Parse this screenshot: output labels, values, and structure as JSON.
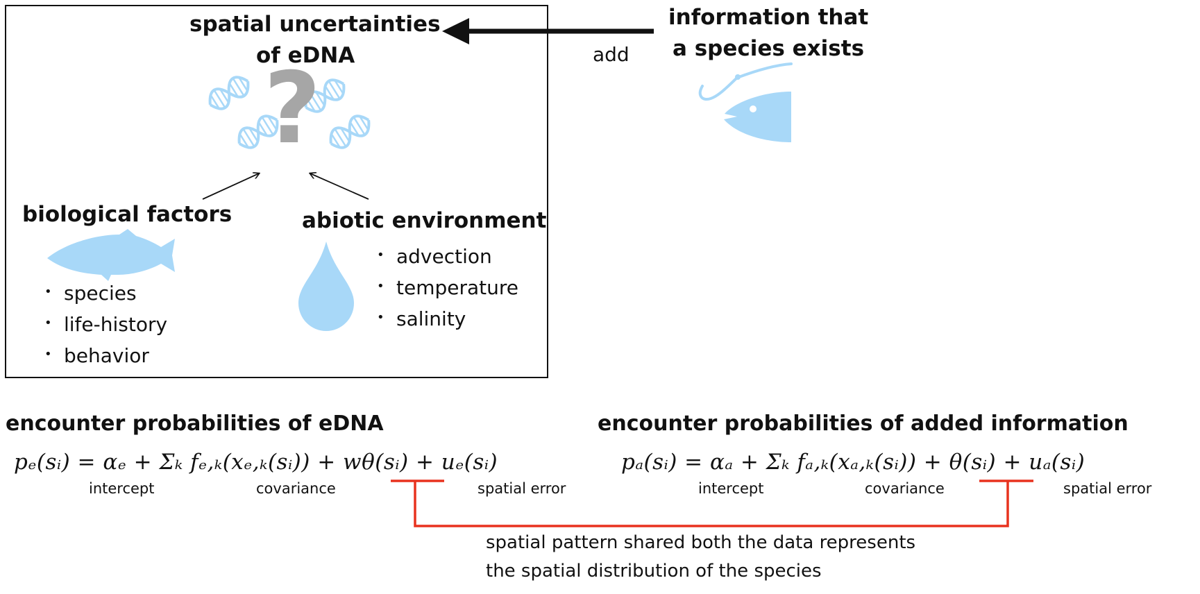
{
  "box": {
    "title_line1": "spatial uncertainties",
    "title_line2": "of eDNA",
    "question_mark": "?",
    "biological": {
      "heading": "biological factors",
      "items": [
        "species",
        "life-history",
        "behavior"
      ]
    },
    "abiotic": {
      "heading": "abiotic environment",
      "items": [
        "advection",
        "temperature",
        "salinity"
      ]
    }
  },
  "info": {
    "line1": "information that",
    "line2": "a species exists",
    "arrow_label": "add"
  },
  "left_model": {
    "heading": "encounter probabilities of eDNA",
    "equation": "pₑ(sᵢ) = αₑ + Σₖ fₑ,ₖ(xₑ,ₖ(sᵢ)) + wθ(sᵢ) + uₑ(sᵢ)",
    "label_intercept": "intercept",
    "label_covariance": "covariance",
    "label_spatial_error": "spatial error"
  },
  "right_model": {
    "heading": "encounter probabilities of added information",
    "equation": "pₐ(sᵢ) = αₐ + Σₖ fₐ,ₖ(xₐ,ₖ(sᵢ)) + θ(sᵢ) + uₐ(sᵢ)",
    "label_intercept": "intercept",
    "label_covariance": "covariance",
    "label_spatial_error": "spatial error"
  },
  "shared_note": {
    "line1": "spatial pattern shared both the data represents",
    "line2": "the spatial distribution of the species"
  },
  "colors": {
    "icon_blue": "#a8d8f8",
    "question_gray": "#a6a6a6",
    "connector_red": "#e8321e",
    "text": "#111111"
  },
  "icons": [
    "dna-icon",
    "question-mark-icon",
    "fish-icon",
    "water-drop-icon",
    "fish-hook-icon",
    "fish-head-icon"
  ]
}
